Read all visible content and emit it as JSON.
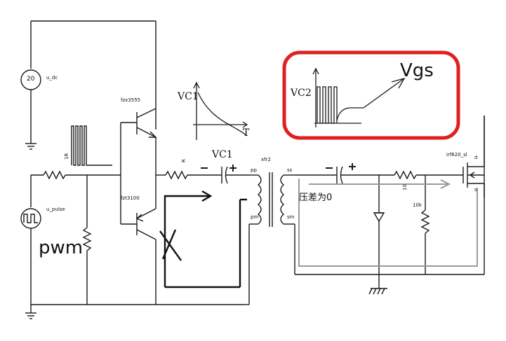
{
  "labels": {
    "dc_source": "u_dc",
    "dc_value": "20",
    "pulse_source": "u_pulse",
    "pwm": "pwm",
    "npn": "fzx3555",
    "pnp": "fzt3100",
    "r_gate": "R",
    "r_left": "1R",
    "vc1_cap": "VC1",
    "vc1_graph": "VC1",
    "t_axis": "T",
    "transformer": "xfr2",
    "tp_top": "pp",
    "tp_bot": "pm",
    "ts_top": "ss",
    "ts_bot": "sm",
    "vc2_graph": "VC2",
    "vgs": "Vgs",
    "note": "压差为0",
    "r_series": "10",
    "r_pull": "10k",
    "mosfet": "irf620_sl",
    "pin_d": "d",
    "pin_s": "s",
    "cap_minus": "-",
    "cap_plus": "+"
  },
  "colors": {
    "wire": "#1a1a1a",
    "loop_primary": "#111111",
    "loop_secondary": "#9a9a9a",
    "highlight_box": "#e02020"
  }
}
